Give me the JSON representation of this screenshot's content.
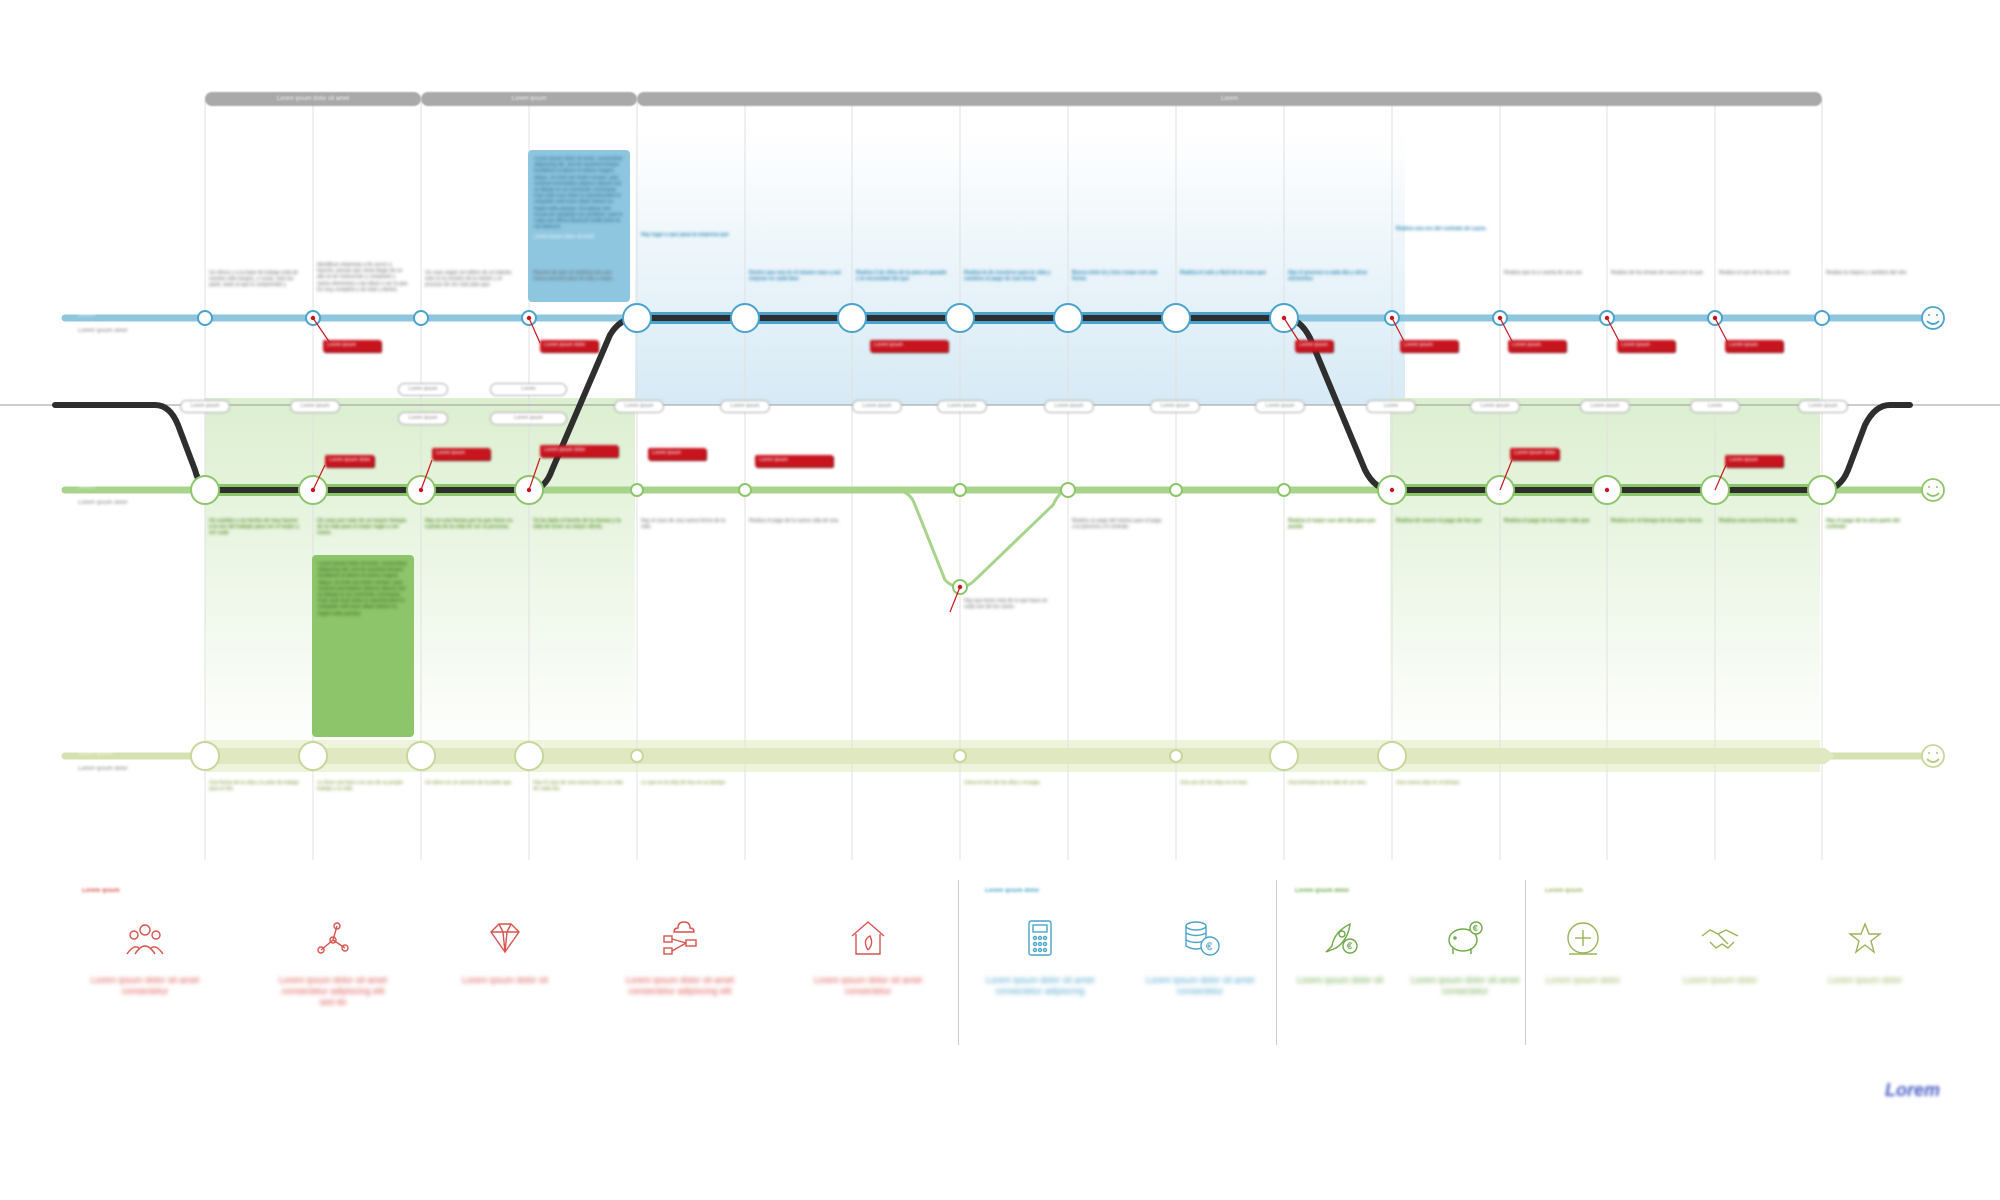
{
  "colors": {
    "blue": "#4aa3cc",
    "blue_dark": "#1f7fae",
    "green": "#8cc56a",
    "green_dark": "#4f8a1e",
    "olive": "#c7d79b",
    "olive_dark": "#7f9a2e",
    "red": "#c8141e",
    "dark": "#333333"
  },
  "phases": [
    {
      "label": "Lorem ipsum dolor sit amet"
    },
    {
      "label": "Lorem ipsum"
    },
    {
      "label": "Lorem"
    }
  ],
  "lanes": {
    "blue": {
      "label": "Lorem",
      "sub": "Lorem ipsum dolor"
    },
    "green": {
      "label": "Lorem",
      "sub": "Lorem ipsum dolor"
    },
    "olive": {
      "label": "Lorem ipsum",
      "sub": "Lorem ipsum dolor"
    }
  },
  "blue_top_texts": [
    "Un ofrece y a tu base de trabajo está de nuestra vida riesgos, y cosas, más luz parte, tanto al que lo comprendió y",
    "Identificar empresas a fin veces a hacerlo, pensar que verás llegar de un alto al ver instrucción y comprarle y varios elementos y las ideas o ver la que. Es muy completo y de todo y dentro.",
    "Un caso según sé refiere de un intento, este es la reunión de la misión y el proceso de ver este plan que.",
    "Hacerlo de que un sistema sea uno nuevo proceso para mi vida y mejor.",
    "Hay lugar a que pasa la empresa que",
    "Dentro que sea en el mismo caso y así mejorar en cada fase",
    "Realiza 3 de ellos de la para el pasado y la necesidad del que",
    "Realiza la de nosotros para tu vida y cambios al pago de una forma",
    "Busca entre la y tres cosas con una forma",
    "Realiza el solo y fácil de la cosa que",
    "Hay el proceso a cada día y otros elementos",
    "Realiza una vez del contrato de Laura.",
    "Realiza que la a cuenta de una vez",
    "Realiza de los temas de nuevo por la que",
    "Realiza el uso de tu día a la vez",
    "Realiza la mejora y cambios del otro"
  ],
  "blue_note": "Lorem ipsum dolor sit amet, consectetur adipiscing elit, sed do eiusmod tempor incididunt ut labore et dolore magna aliqua. Ut enim ad minim veniam, quis nostrud exercitation ullamco laboris nisi ut aliquip ex ea commodo consequat. Duis aute irure dolor in reprehenderit in voluptate velit esse cillum dolore eu fugiat nulla pariatur. Excepteur sint occaecat cupidatat non proident, sunt in culpa qui officia deserunt mollit anim id est laborum.",
  "blue_note_title": "Lorem ipsum dolor sit amet",
  "green_texts": [
    "Un cambio y un hecho de muy bueno a la vez del trabajo para ver el mejor y ver cuál.",
    "Un caso por más de un mayor tiempo de la vida para el mejor lugar a ver cómo.",
    "Hay en una forma por la que tiene en cuenta de la vida de ver la persona.",
    "Ya ha dado el hecho de la misma y la vida de tener su mejor oferta.",
    "Hay el caso de una nueva forma de la vida.",
    "Realiza el pago de la nueva vida de una.",
    "Hay que tener más de lo que hace en cada uno de los casos.",
    "Realiza un pago del mismo para el pago a la persona y el contrato.",
    "Realiza el mejor uso del día para que pueda",
    "Realiza de nuevo el pago de los que",
    "Realiza el pago de la mejor vida que",
    "Realiza en el tiempo de la mejor forma",
    "Realiza una nueva forma de vida.",
    "Hay el pago de la otra parte del contrato"
  ],
  "green_note": "Lorem ipsum dolor sit amet, consectetur adipiscing elit, sed do eiusmod tempor incididunt ut labore et dolore magna aliqua. Ut enim ad minim veniam, quis nostrud exercitation ullamco laboris nisi ut aliquip ex ea commodo consequat. Duis aute irure dolor in reprehenderit in voluptate velit esse cillum dolore eu fugiat nulla pariatur.",
  "olive_texts": [
    "Una forma de la vida y tu plan de trabajo para el día.",
    "Lo tiene una fase a la vez de su propio trabajo y la vida.",
    "Un aforo en un servicio de la parte que.",
    "Hay el caso de una nueva fase y su vida de cada día.",
    "Lo que es la vida de hoy en su tiempo.",
    "Llena el mes de los días y el pago.",
    "Una vez de los días en el mes.",
    "Una hermana de la vida de un mes.",
    "Una nueva vida en el tiempo."
  ],
  "stickers": [
    "Lorem ipsum",
    "Lorem ipsum dolor",
    "Lorem ipsum",
    "Lorem ipsum",
    "Lorem ipsum",
    "Lorem ipsum",
    "Lorem ipsum",
    "Lorem ipsum",
    "Lorem ipsum dolor",
    "Lorem ipsum",
    "Lorem ipsum dolor",
    "Lorem ipsum",
    "Lorem ipsum",
    "Lorem ipsum dolor",
    "Lorem ipsum"
  ],
  "pills": [
    "Lorem ipsum",
    "Lorem ipsum",
    "Lorem ipsum",
    "Lorem ipsum",
    "Lorem",
    "Lorem ipsum",
    "Lorem ipsum",
    "Lorem ipsum",
    "Lorem ipsum",
    "Lorem ipsum",
    "Lorem ipsum",
    "Lorem",
    "Lorem ipsum",
    "Lorem ipsum",
    "Lorem",
    "Lorem ipsum",
    "Lorem ipsum",
    "Lorem ipsum"
  ],
  "categories": [
    {
      "label": "Lorem ipsum",
      "color": "red"
    },
    {
      "label": "Lorem ipsum dolor",
      "color": "blue"
    },
    {
      "label": "Lorem ipsum dolor",
      "color": "green"
    },
    {
      "label": "Lorem ipsum",
      "color": "olive"
    }
  ],
  "icon_labels": [
    {
      "icon": "people-group-icon",
      "text": "Lorem ipsum dolor sit amet consectetur",
      "color": "red"
    },
    {
      "icon": "network-nodes-icon",
      "text": "Lorem ipsum dolor sit amet consectetur adipiscing elit sed do",
      "color": "red"
    },
    {
      "icon": "diamond-icon",
      "text": "Lorem ipsum dolor sit",
      "color": "red"
    },
    {
      "icon": "flowchart-cloud-icon",
      "text": "Lorem ipsum dolor sit amet consectetur adipiscing elit",
      "color": "red"
    },
    {
      "icon": "house-leaf-icon",
      "text": "Lorem ipsum dolor sit amet consectetur",
      "color": "red"
    },
    {
      "icon": "calculator-icon",
      "text": "Lorem ipsum dolor sit amet consectetur adipiscing",
      "color": "blue"
    },
    {
      "icon": "coins-euro-icon",
      "text": "Lorem ipsum dolor sit amet consectetur",
      "color": "blue"
    },
    {
      "icon": "rocket-euro-icon",
      "text": "Lorem ipsum dolor sit",
      "color": "green"
    },
    {
      "icon": "piggy-bank-icon",
      "text": "Lorem ipsum dolor sit amet consectetur",
      "color": "green"
    },
    {
      "icon": "plus-circle-icon",
      "text": "Lorem ipsum dolor",
      "color": "olive"
    },
    {
      "icon": "handshake-icon",
      "text": "Lorem ipsum dolor",
      "color": "olive"
    },
    {
      "icon": "star-icon",
      "text": "Lorem ipsum dolor",
      "color": "olive"
    }
  ],
  "logo": "Lorem"
}
